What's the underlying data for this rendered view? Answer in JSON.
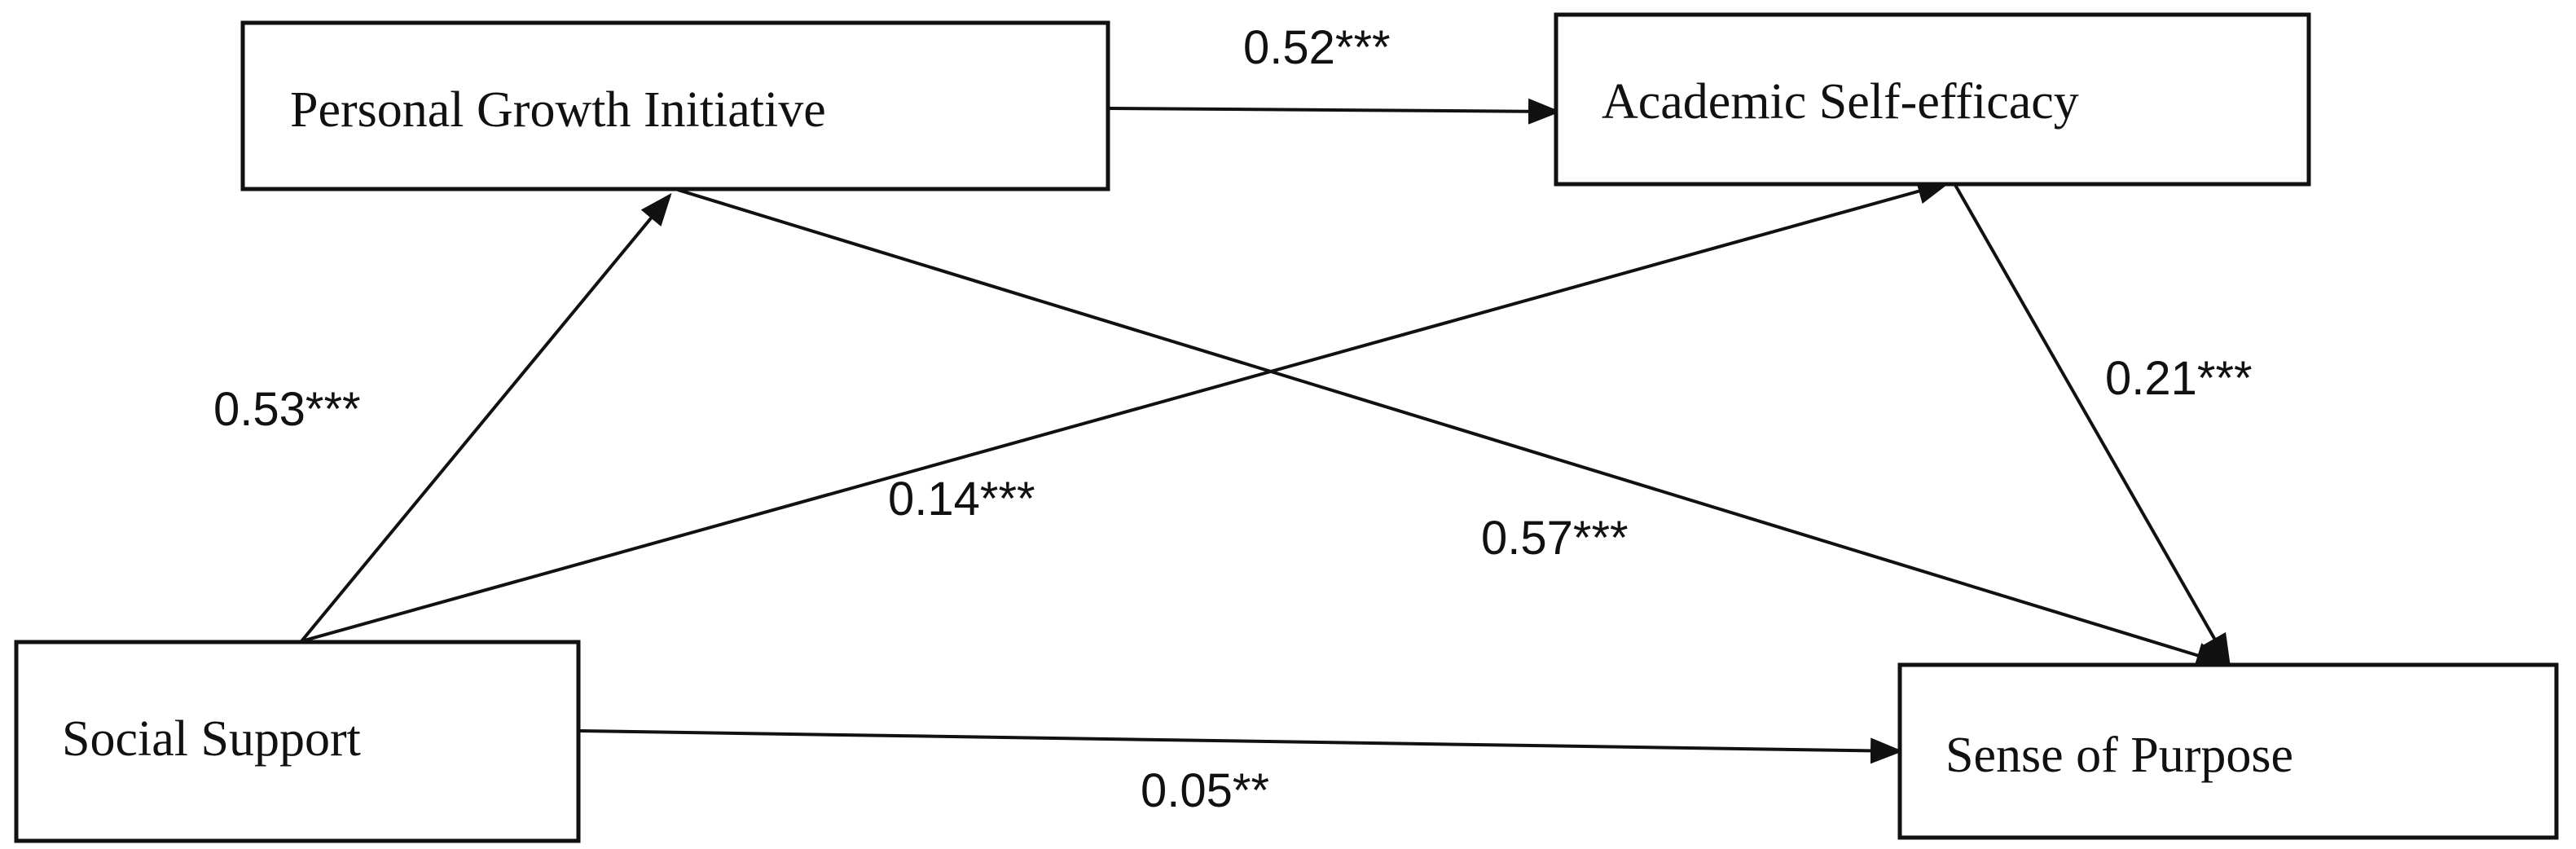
{
  "nodes": {
    "personal_growth": "Personal Growth Initiative",
    "academic_self_efficacy": "Academic Self-efficacy",
    "social_support": "Social Support",
    "sense_of_purpose": "Sense of Purpose"
  },
  "paths": {
    "pgi_to_ase": "0.52***",
    "ss_to_pgi": "0.53***",
    "ss_to_ase": "0.14***",
    "pgi_to_sop": "0.57***",
    "ase_to_sop": "0.21***",
    "ss_to_sop": "0.05**"
  },
  "colors": {
    "stroke": "#111111",
    "background": "#ffffff"
  }
}
